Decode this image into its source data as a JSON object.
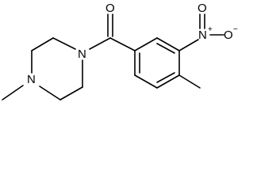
{
  "molecule": {
    "atoms": {
      "piperazine_n1": "N",
      "piperazine_n4": "N",
      "carbonyl_o": "O",
      "nitro_n": "N",
      "nitro_o_right": "O",
      "nitro_o_left": "O"
    },
    "charges": {
      "nitro_n": "+",
      "nitro_o_right": "−"
    }
  }
}
